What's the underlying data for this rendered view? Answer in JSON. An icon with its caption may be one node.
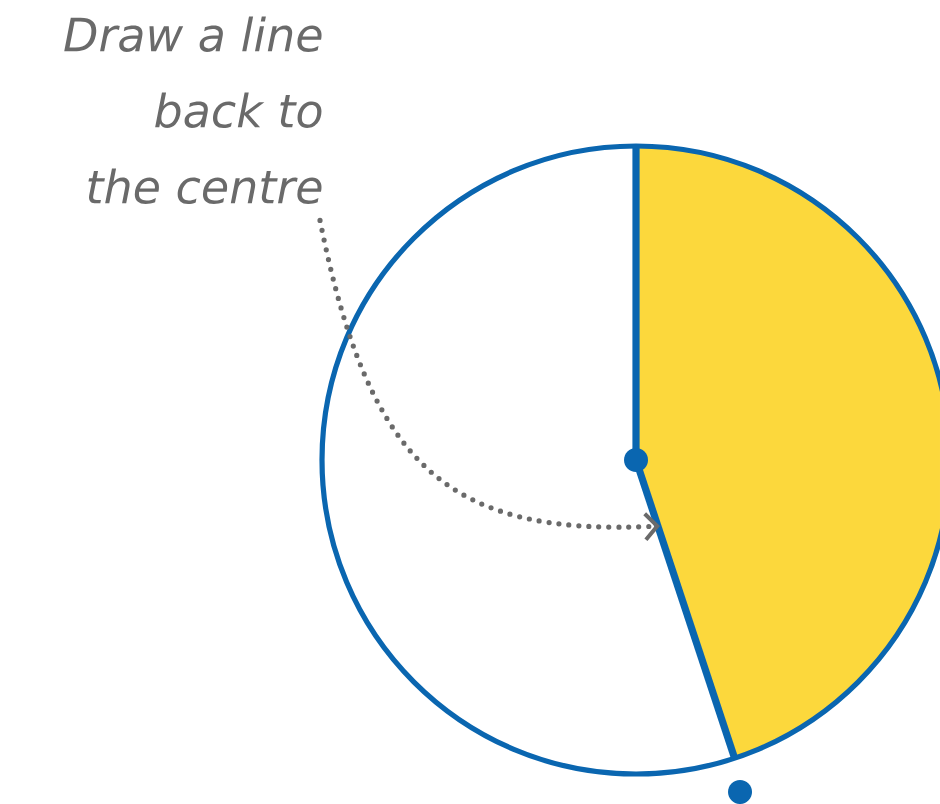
{
  "diagram": {
    "nodes": [
      {
        "text": [
          "Draw a line back to the centre"
        ]
      },
      {
        "text": [],
        "shape": "circle"
      }
    ],
    "edges": [
      {
        "from": 0,
        "to": 1,
        "arrow": "to"
      }
    ]
  }
}
